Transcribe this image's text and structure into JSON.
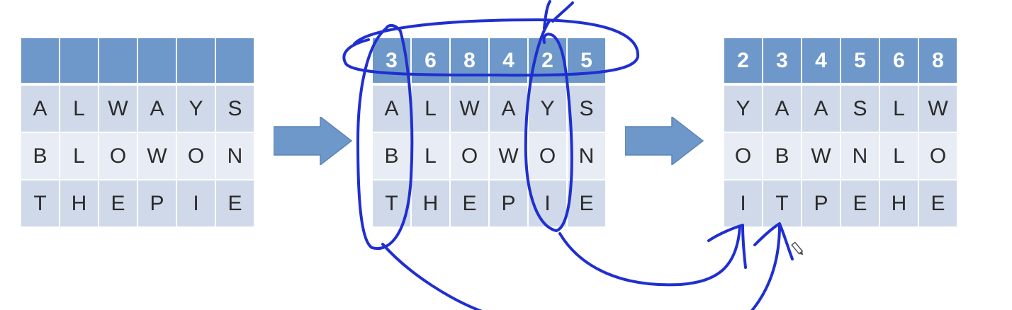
{
  "grids": [
    {
      "headers": [
        "",
        "",
        "",
        "",
        "",
        ""
      ],
      "rows": [
        [
          "A",
          "L",
          "W",
          "A",
          "Y",
          "S"
        ],
        [
          "B",
          "L",
          "O",
          "W",
          "O",
          "N"
        ],
        [
          "T",
          "H",
          "E",
          "P",
          "I",
          "E"
        ]
      ]
    },
    {
      "headers": [
        "3",
        "6",
        "8",
        "4",
        "2",
        "5"
      ],
      "rows": [
        [
          "A",
          "L",
          "W",
          "A",
          "Y",
          "S"
        ],
        [
          "B",
          "L",
          "O",
          "W",
          "O",
          "N"
        ],
        [
          "T",
          "H",
          "E",
          "P",
          "I",
          "E"
        ]
      ]
    },
    {
      "headers": [
        "2",
        "3",
        "4",
        "5",
        "6",
        "8"
      ],
      "rows": [
        [
          "Y",
          "A",
          "A",
          "S",
          "L",
          "W"
        ],
        [
          "O",
          "B",
          "W",
          "N",
          "L",
          "O"
        ],
        [
          "I",
          "T",
          "P",
          "E",
          "H",
          "E"
        ]
      ]
    }
  ],
  "colors": {
    "header": "#6e98c9",
    "row_dark": "#cfd9e9",
    "row_light": "#e8edf5",
    "arrow": "#6e98c9",
    "ink": "#1f2fd0"
  },
  "icons": [
    "right-arrow-icon",
    "pencil-cursor-icon"
  ]
}
